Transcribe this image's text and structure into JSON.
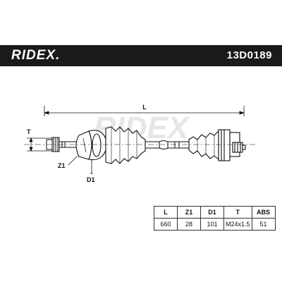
{
  "header": {
    "brand": "RIDEX.",
    "part_number": "13D0189"
  },
  "dimension_labels": {
    "L": "L",
    "T": "T",
    "Z1": "Z1",
    "D1": "D1"
  },
  "spec_table": {
    "columns": [
      "L",
      "Z1",
      "D1",
      "T",
      "ABS"
    ],
    "values": [
      "660",
      "28",
      "101",
      "M24x1.5",
      "51"
    ]
  },
  "colors": {
    "header_bg": "#1a1a1a",
    "line": "#111111",
    "watermark": "#e6e6e6"
  }
}
